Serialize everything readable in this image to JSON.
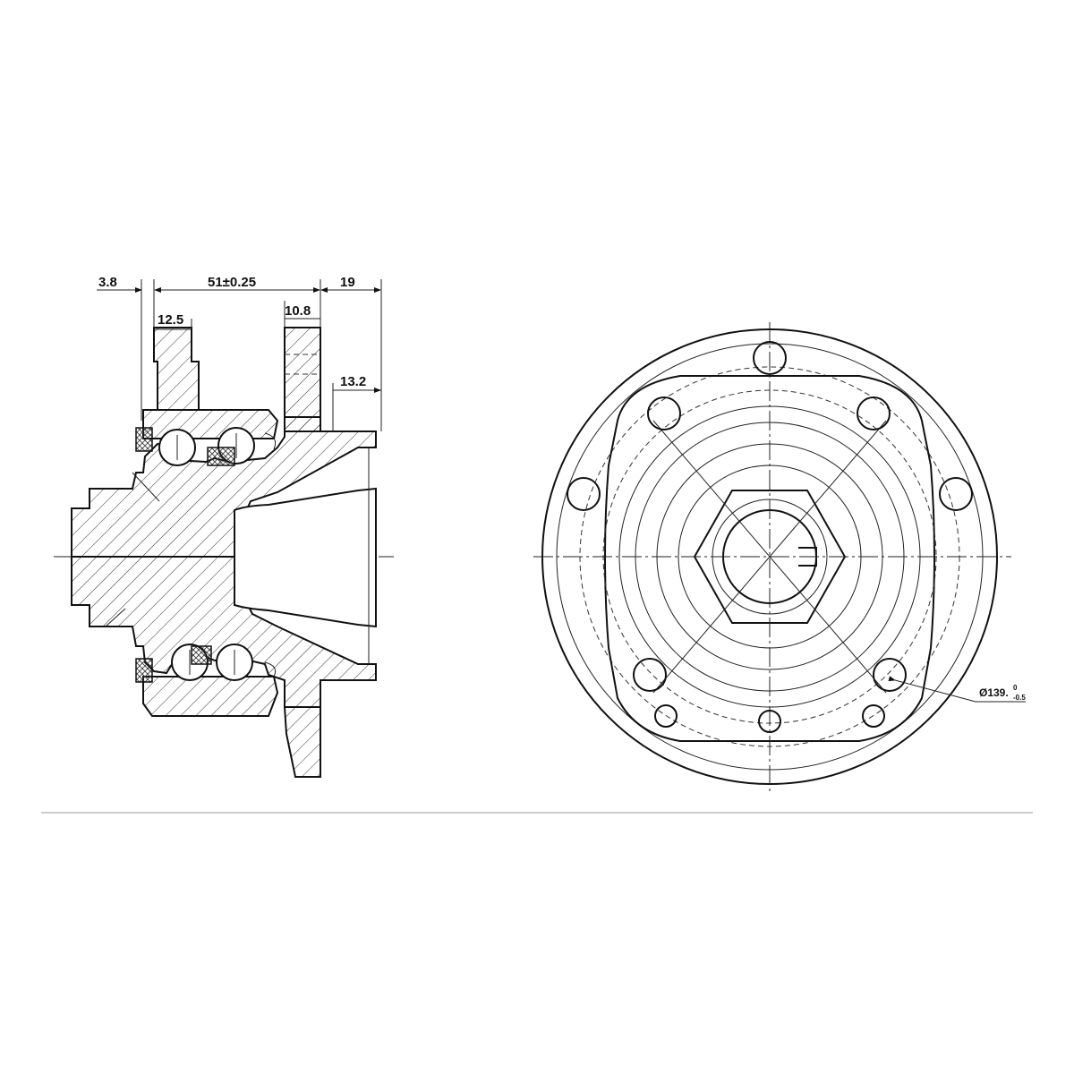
{
  "dimensions": {
    "d1": "3.8",
    "d2": "51±0.25",
    "d3": "19",
    "d4": "12.5",
    "d5": "10.8",
    "d6": "13.2",
    "pcd_main": "Ø139.",
    "pcd_tol_upper": "0",
    "pcd_tol_lower": "-0.5"
  },
  "colors": {
    "line": "#111111",
    "hatch": "#333333",
    "separator": "#cccccc",
    "background": "#ffffff"
  }
}
